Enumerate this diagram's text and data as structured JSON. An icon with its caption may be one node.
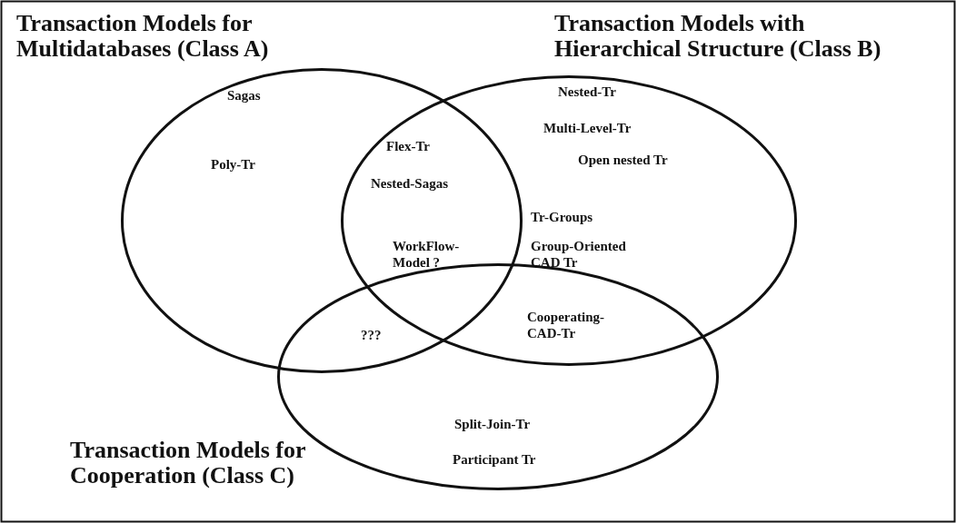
{
  "diagram": {
    "nodes": [
      {
        "text": [
          "Transaction Models for Multidatabases (Class A)"
        ]
      },
      {
        "text": [
          "Transaction Models with Hierarchical Structure (Class B)"
        ]
      },
      {
        "text": [
          "Transaction Models for Cooperation (Class C)"
        ]
      }
    ],
    "labels": [
      "Sagas",
      "Nested-Tr",
      "Flex-Tr",
      "Multi-Level-Tr",
      "Poly-Tr",
      "Nested-Sagas",
      "Open nested Tr",
      "Tr-Groups",
      "WorkFlow- Model ?",
      "Group-Oriented CAD Tr",
      "???",
      "Cooperating- CAD-Tr",
      "Split-Join-Tr",
      "Participant Tr"
    ]
  }
}
